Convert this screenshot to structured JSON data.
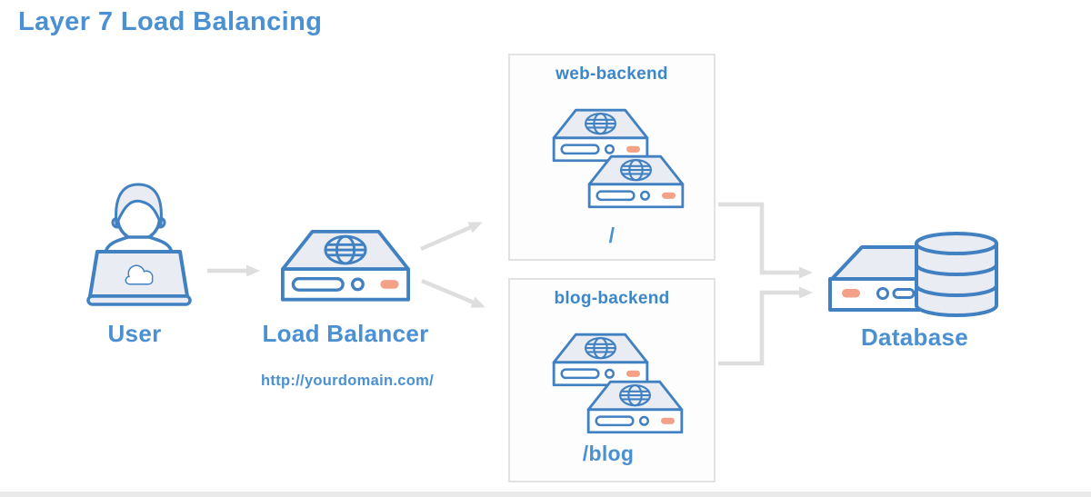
{
  "title": "Layer 7 Load Balancing",
  "nodes": {
    "user": {
      "label": "User",
      "icon": "person-at-laptop-icon"
    },
    "load_balancer": {
      "label": "Load Balancer",
      "url": "http://yourdomain.com/",
      "icon": "server-globe-icon"
    },
    "web_backend": {
      "label": "web-backend",
      "route": "/",
      "servers": 2,
      "icon": "server-globe-icon"
    },
    "blog_backend": {
      "label": "blog-backend",
      "route": "/blog",
      "servers": 2,
      "icon": "server-globe-icon"
    },
    "database": {
      "label": "Database",
      "icon": "server-with-database-cylinder-icon"
    }
  },
  "edges": [
    {
      "from": "user",
      "to": "load_balancer"
    },
    {
      "from": "load_balancer",
      "to": "web_backend"
    },
    {
      "from": "load_balancer",
      "to": "blog_backend"
    },
    {
      "from": "web_backend",
      "to": "database"
    },
    {
      "from": "blog_backend",
      "to": "database"
    }
  ],
  "colors": {
    "accent_text": "#4a90d2",
    "header_text": "#3c86ca",
    "icon_stroke": "#4181c1",
    "icon_fill": "#e9ecf2",
    "salmon": "#f4a287",
    "connector_gray": "#dedede",
    "box_border": "#e2e2e2",
    "box_header_bg": "#e5e5e5",
    "bottom_bar": "#eaeaea"
  }
}
